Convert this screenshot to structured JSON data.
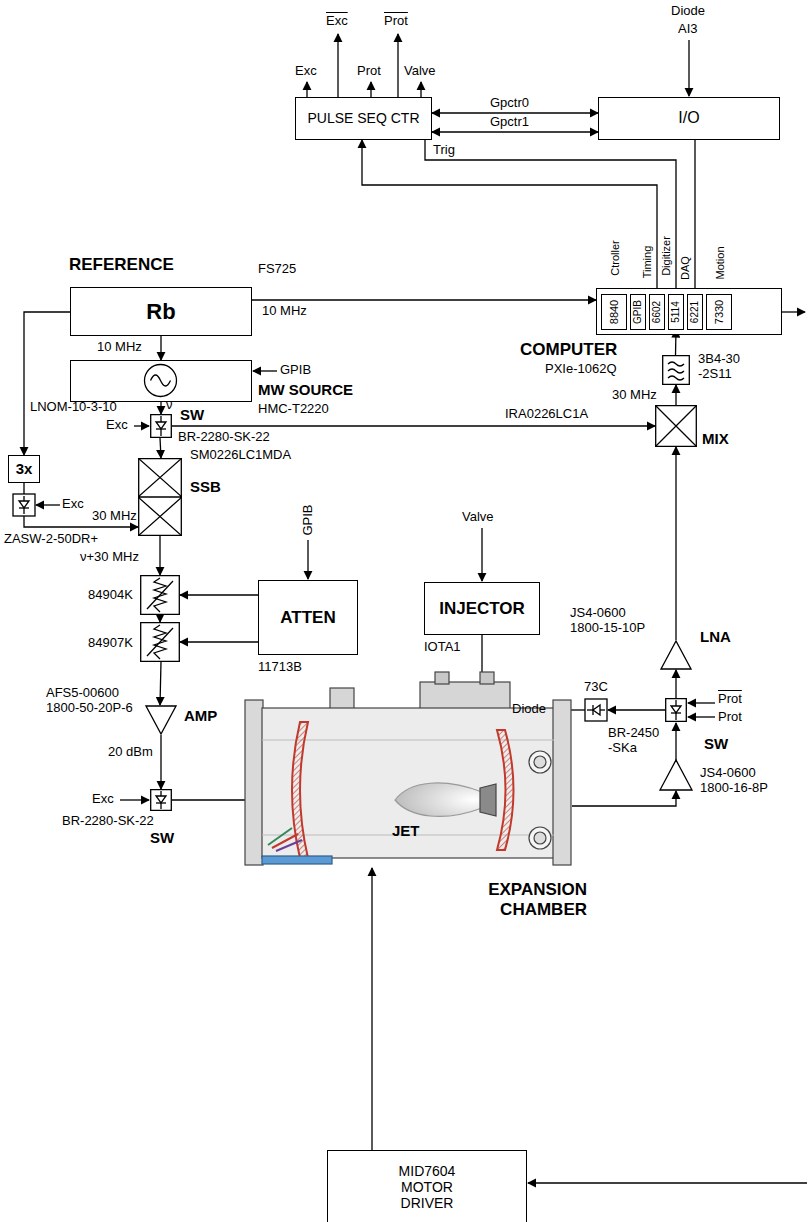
{
  "diagram": {
    "nodes": [
      {
        "text": [
          "PULSE SEQ CTR"
        ]
      },
      {
        "text": [
          "I/O"
        ]
      },
      {
        "text": [
          "REFERENCE",
          "Rb"
        ]
      },
      {
        "text": [
          "COMPUTER"
        ]
      },
      {
        "text": [
          "8840"
        ],
        "in": 3
      },
      {
        "text": [
          "GPIB"
        ],
        "in": 3
      },
      {
        "text": [
          "6602"
        ],
        "in": 3
      },
      {
        "text": [
          "5114"
        ],
        "in": 3
      },
      {
        "text": [
          "6221"
        ],
        "in": 3
      },
      {
        "text": [
          "7330"
        ],
        "in": 3
      },
      {
        "text": [
          "MW SOURCE"
        ]
      },
      {
        "text": [
          "3B4-30 -2S11"
        ]
      },
      {
        "text": [
          "3x"
        ]
      },
      {
        "text": [
          "SW"
        ]
      },
      {
        "text": [
          "MIX"
        ]
      },
      {
        "text": [
          "SSB"
        ]
      },
      {
        "text": [
          "84904K"
        ]
      },
      {
        "text": [
          "84907K"
        ]
      },
      {
        "text": [
          "ATTEN"
        ]
      },
      {
        "text": [
          "INJECTOR"
        ]
      },
      {
        "text": [
          "LNA"
        ]
      },
      {
        "text": [
          "AMP"
        ]
      },
      {
        "text": [
          "SW"
        ]
      },
      {
        "text": [
          "SW"
        ]
      },
      {
        "text": [
          "MID7604 MOTOR DRIVER"
        ]
      }
    ],
    "edges": [
      {
        "from": 0,
        "to": 1,
        "arrow": "both"
      },
      {
        "from": 0,
        "to": 1,
        "arrow": "both"
      },
      {
        "from": 6,
        "to": 0,
        "arrow": "to"
      },
      {
        "from": 0,
        "to": 7,
        "arrow": "none"
      },
      {
        "from": 8,
        "to": 1,
        "arrow": "none"
      },
      {
        "from": 2,
        "to": 3,
        "arrow": "to"
      },
      {
        "from": 2,
        "to": 10,
        "arrow": "to"
      },
      {
        "from": 2,
        "to": 12,
        "arrow": "to"
      },
      {
        "from": 10,
        "to": 13,
        "arrow": "to"
      },
      {
        "from": 13,
        "to": 15,
        "arrow": "to"
      },
      {
        "from": 13,
        "to": 14,
        "arrow": "to"
      },
      {
        "from": 12,
        "to": 15,
        "arrow": "to"
      },
      {
        "from": 15,
        "to": 16,
        "arrow": "to"
      },
      {
        "from": 16,
        "to": 17,
        "arrow": "to"
      },
      {
        "from": 18,
        "to": 16,
        "arrow": "to"
      },
      {
        "from": 18,
        "to": 17,
        "arrow": "to"
      },
      {
        "from": 17,
        "to": 21,
        "arrow": "to"
      },
      {
        "from": 21,
        "to": 23,
        "arrow": "to"
      },
      {
        "from": 22,
        "to": 20,
        "arrow": "to"
      },
      {
        "from": 20,
        "to": 14,
        "arrow": "to"
      },
      {
        "from": 14,
        "to": 11,
        "arrow": "to"
      },
      {
        "from": 11,
        "to": 7,
        "arrow": "to"
      }
    ],
    "labels": [
      "Exc",
      "Exc",
      "Prot",
      "Prot",
      "Valve",
      "Diode",
      "AI3",
      "Gpctr0",
      "Gpctr1",
      "Trig",
      "Ctroller",
      "Timing",
      "Digitizer",
      "DAQ",
      "Motion",
      "FS725",
      "10 MHz",
      "PXIe-1062Q",
      "10 MHz",
      "GPIB",
      "HMC-T2220",
      "LNOM-10-3-10",
      "ν",
      "30 MHz",
      "IRA0226LC1A",
      "Exc",
      "BR-2280-SK-22",
      "SM0226LC1MDA",
      "Exc",
      "30 MHz",
      "ZASW-2-50DR+",
      "ν+30 MHz",
      "GPIB",
      "Valve",
      "11713B",
      "IOTA1",
      "JS4-0600 1800-15-10P",
      "73C",
      "Diode",
      "Prot",
      "Prot",
      "BR-2450 -SKa",
      "AFS5-00600 1800-50-20P-6",
      "20 dBm",
      "Exc",
      "BR-2280-SK-22",
      "JS4-0600 1800-16-8P",
      "JET",
      "EXPANSION CHAMBER"
    ]
  }
}
